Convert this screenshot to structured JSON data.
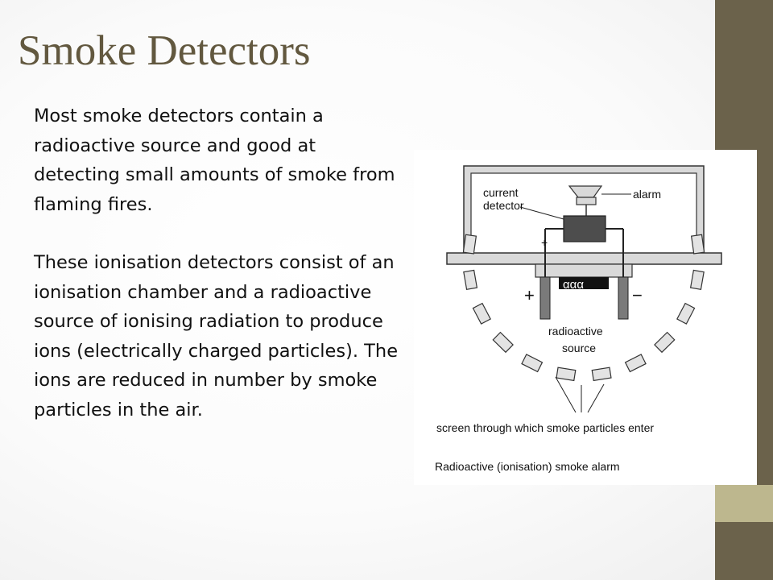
{
  "slide": {
    "title": "Smoke Detectors",
    "paragraphs": [
      "Most smoke detectors contain a radioactive source and good at detecting small amounts of smoke from flaming fires.",
      "These ionisation detectors consist of an ionisation chamber and a radioactive source of ionising radiation to produce ions (electrically charged particles). The ions are reduced in number by smoke particles in the air."
    ]
  },
  "diagram": {
    "labels": {
      "current_1": "current",
      "current_2": "detector",
      "alarm": "alarm",
      "plus_small": "+",
      "alpha": "ααα",
      "plus": "+",
      "minus": "−",
      "radio_1": "radioactive",
      "radio_2": "source",
      "screen": "screen through which smoke particles enter",
      "caption": "Radioactive (ionisation) smoke alarm"
    }
  },
  "colors": {
    "title": "#62583f",
    "sidebar": "#6b624b",
    "sidebar_accent": "#bdb78e",
    "diagram_fill": "#d9d9d9",
    "detector_fill": "#4d4d4d"
  }
}
